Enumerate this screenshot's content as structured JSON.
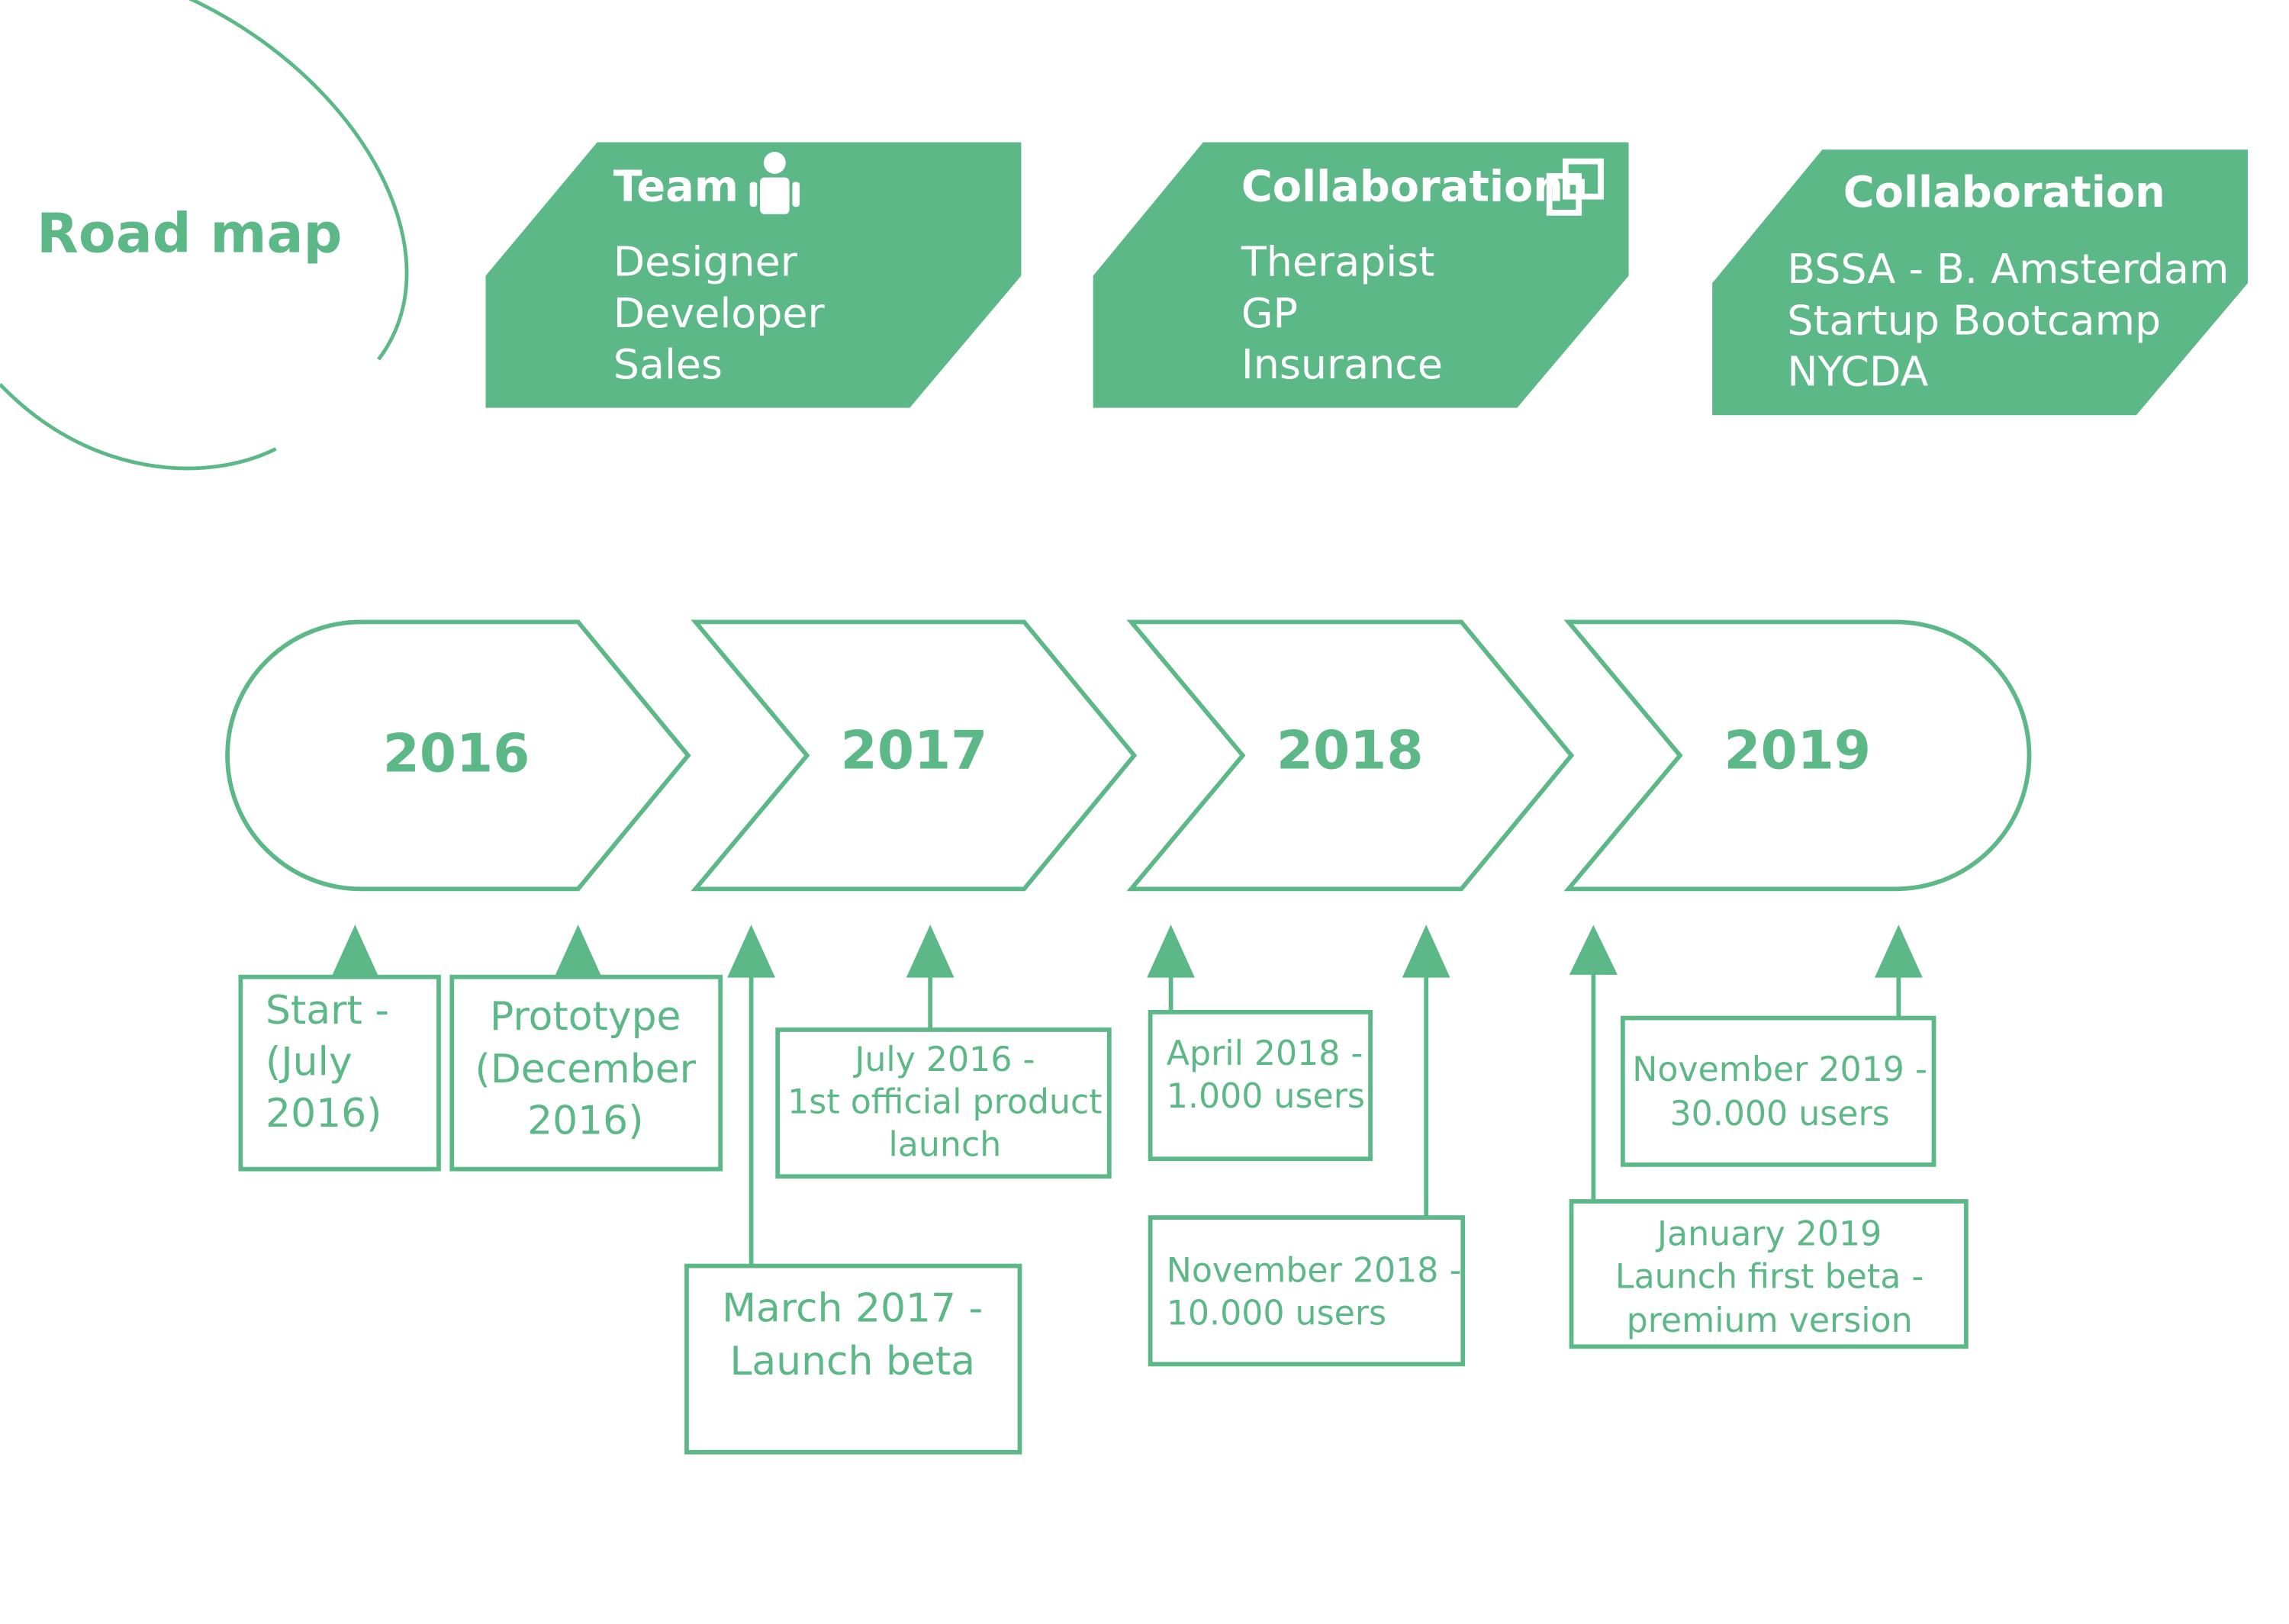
{
  "title": "Road map",
  "colors": {
    "accent": "#5cb987",
    "text_on_accent": "#ffffff",
    "background": "#ffffff"
  },
  "cards": [
    {
      "title": "Team",
      "icon": "person-icon",
      "lines": [
        "Designer",
        "Developer",
        "Sales"
      ]
    },
    {
      "title": "Collaboration",
      "icon": "overlapping-squares-icon",
      "lines": [
        "Therapist",
        "GP",
        "Insurance"
      ]
    },
    {
      "title": "Collaboration",
      "lines": [
        "BSSA - B. Amsterdam",
        "Startup Bootcamp",
        "NYCDA"
      ]
    }
  ],
  "timeline": {
    "years": [
      "2016",
      "2017",
      "2018",
      "2019"
    ]
  },
  "milestones": [
    {
      "lines": [
        "Start  -",
        "(July",
        "2016)"
      ]
    },
    {
      "lines": [
        "Prototype",
        "(December",
        "2016)"
      ]
    },
    {
      "lines": [
        "March 2017 -",
        "Launch beta"
      ]
    },
    {
      "lines": [
        "July 2016 -",
        "1st official product",
        "launch"
      ]
    },
    {
      "lines": [
        "April 2018 -",
        "1.000 users"
      ]
    },
    {
      "lines": [
        "November 2018 -",
        "10.000 users"
      ]
    },
    {
      "lines": [
        "January 2019",
        "Launch first beta -",
        "premium version"
      ]
    },
    {
      "lines": [
        "November 2019 -",
        "30.000 users"
      ]
    }
  ]
}
